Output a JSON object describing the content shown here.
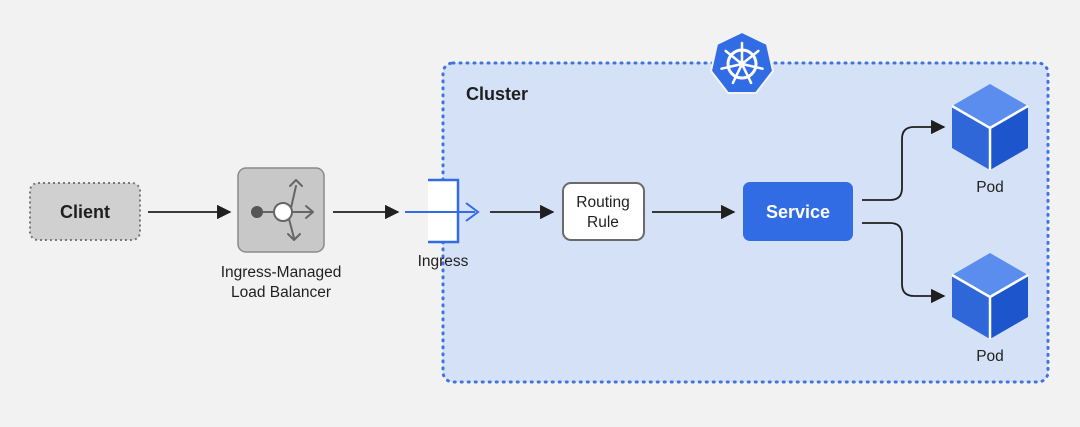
{
  "cluster": {
    "label": "Cluster"
  },
  "nodes": {
    "client": "Client",
    "load_balancer": [
      "Ingress-Managed",
      "Load Balancer"
    ],
    "ingress": "Ingress",
    "routing_rule": [
      "Routing",
      "Rule"
    ],
    "service": "Service",
    "pod_top": "Pod",
    "pod_bottom": "Pod"
  },
  "icons": {
    "cluster": "kubernetes-helm-icon",
    "load_balancer": "load-balancer-arrows-icon",
    "pods": "cube-icon"
  },
  "colors": {
    "background": "#f2f2f2",
    "cluster_fill": "#d5e1f7",
    "cluster_border": "#3f73de",
    "accent": "#326ce5",
    "client_fill": "#d0d0d0",
    "lb_fill": "#c8c8c8",
    "arrow": "#1f1f1f"
  }
}
